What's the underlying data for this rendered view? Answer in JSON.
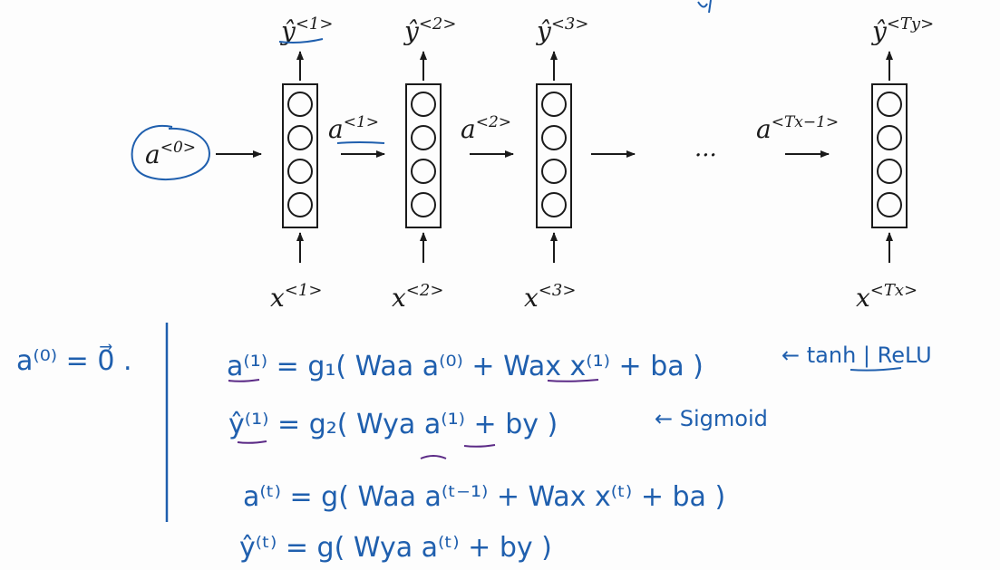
{
  "colors": {
    "ink": "#1a1a1a",
    "pen_blue": "#1f5fae",
    "pen_purple": "#5b2a86"
  },
  "diagram": {
    "outputs": [
      {
        "base": "ŷ",
        "sup": "<1>"
      },
      {
        "base": "ŷ",
        "sup": "<2>"
      },
      {
        "base": "ŷ",
        "sup": "<3>"
      },
      {
        "base": "ŷ",
        "sup": "<Ty>"
      }
    ],
    "inputs": [
      {
        "base": "x",
        "sup": "<1>"
      },
      {
        "base": "x",
        "sup": "<2>"
      },
      {
        "base": "x",
        "sup": "<3>"
      },
      {
        "base": "x",
        "sup": "<Tx>"
      }
    ],
    "activations": [
      {
        "base": "a",
        "sup": "<0>"
      },
      {
        "base": "a",
        "sup": "<1>"
      },
      {
        "base": "a",
        "sup": "<2>"
      },
      {
        "base": "a",
        "sup": "<Tx−1>"
      }
    ],
    "ellipsis": "···"
  },
  "notes": {
    "init": "a⁽⁰⁾ = 0⃗ .",
    "eq1": "a⁽¹⁾ = g₁( Waa a⁽⁰⁾ + Wax x⁽¹⁾ + ba )",
    "eq1_note": "← tanh | ReLU",
    "eq2": "ŷ⁽¹⁾ = g₂( Wya a⁽¹⁾ + by )",
    "eq2_note": "← Sigmoid",
    "eq3": "a⁽ᵗ⁾ = g( Waa a⁽ᵗ⁻¹⁾ + Wax x⁽ᵗ⁾ + ba )",
    "eq4": "ŷ⁽ᵗ⁾ = g( Wya a⁽ᵗ⁾ + by )"
  }
}
